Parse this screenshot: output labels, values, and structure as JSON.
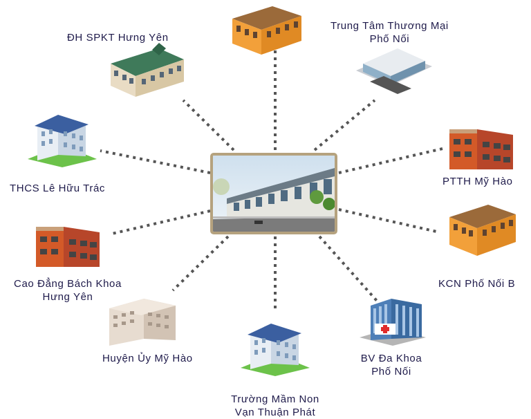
{
  "center": {
    "icon": "residential-street-photo"
  },
  "locations": [
    {
      "id": "dh-spkt",
      "label": [
        "ĐH SPKT Hưng Yên"
      ],
      "icon": "green-roof-university-icon"
    },
    {
      "id": "ttm",
      "label": [
        "Trung Tâm Thương Mại",
        "Phố Nối"
      ],
      "icon": "shopping-mall-icon"
    },
    {
      "id": "thcs",
      "label": [
        "THCS Lê Hữu Trác"
      ],
      "icon": "school-building-icon"
    },
    {
      "id": "ptth",
      "label": [
        "PTTH Mỹ Hào"
      ],
      "icon": "brick-building-icon"
    },
    {
      "id": "cdbk",
      "label": [
        "Cao Đẳng Bách Khoa",
        "Hưng Yên"
      ],
      "icon": "brick-building-icon"
    },
    {
      "id": "kcn",
      "label": [
        "KCN Phố Nối B"
      ],
      "icon": "industrial-building-icon"
    },
    {
      "id": "huyen-uy",
      "label": [
        "Huyện Ủy Mỹ Hào"
      ],
      "icon": "office-building-icon"
    },
    {
      "id": "bv",
      "label": [
        "BV Đa Khoa",
        "Phố Nối"
      ],
      "icon": "hospital-icon"
    },
    {
      "id": "mam-non",
      "label": [
        "Trường Mầm Non",
        "Vạn Thuận Phát"
      ],
      "icon": "kindergarten-building-icon"
    }
  ],
  "colors": {
    "line": "#555555",
    "text": "#1e1a4a",
    "frame": "#b5a27e",
    "ground": "#6cc24a"
  }
}
